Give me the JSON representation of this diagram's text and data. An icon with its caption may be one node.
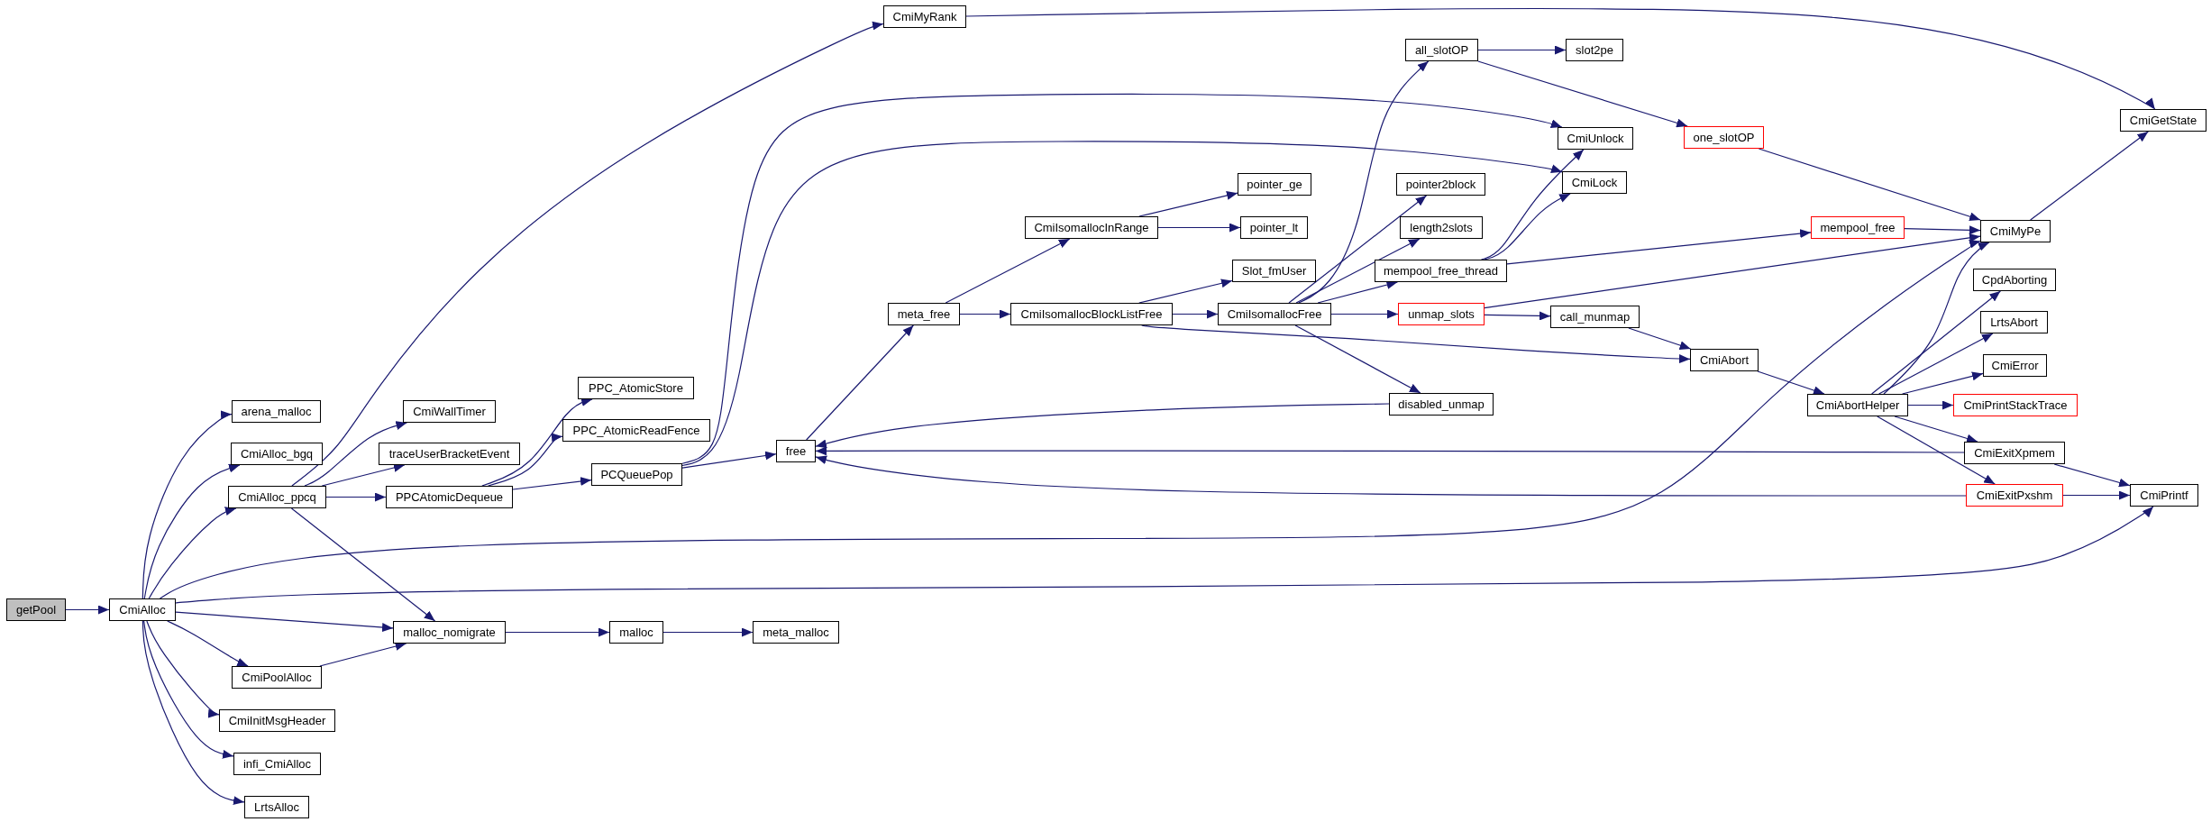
{
  "diagram": {
    "nodes": [
      {
        "text": [
          "getPool"
        ]
      },
      {
        "text": [
          "CmiAlloc"
        ]
      },
      {
        "text": [
          "arena_malloc"
        ]
      },
      {
        "text": [
          "CmiAlloc_bgq"
        ]
      },
      {
        "text": [
          "CmiAlloc_ppcq"
        ]
      },
      {
        "text": [
          "CmiPoolAlloc"
        ]
      },
      {
        "text": [
          "CmiInitMsgHeader"
        ]
      },
      {
        "text": [
          "infi_CmiAlloc"
        ]
      },
      {
        "text": [
          "LrtsAlloc"
        ]
      },
      {
        "text": [
          "CmiWallTimer"
        ]
      },
      {
        "text": [
          "traceUserBracketEvent"
        ]
      },
      {
        "text": [
          "PPCAtomicDequeue"
        ]
      },
      {
        "text": [
          "malloc_nomigrate"
        ]
      },
      {
        "text": [
          "PPC_AtomicStore"
        ]
      },
      {
        "text": [
          "PPC_AtomicReadFence"
        ]
      },
      {
        "text": [
          "PCQueuePop"
        ]
      },
      {
        "text": [
          "malloc"
        ]
      },
      {
        "text": [
          "free"
        ]
      },
      {
        "text": [
          "meta_malloc"
        ]
      },
      {
        "text": [
          "CmiMyRank"
        ]
      },
      {
        "text": [
          "meta_free"
        ]
      },
      {
        "text": [
          "CmiIsomallocInRange"
        ]
      },
      {
        "text": [
          "CmiIsomallocBlockListFree"
        ]
      },
      {
        "text": [
          "pointer_ge"
        ]
      },
      {
        "text": [
          "pointer_lt"
        ]
      },
      {
        "text": [
          "Slot_fmUser"
        ]
      },
      {
        "text": [
          "CmiIsomallocFree"
        ]
      },
      {
        "text": [
          "all_slotOP"
        ]
      },
      {
        "text": [
          "pointer2block"
        ]
      },
      {
        "text": [
          "length2slots"
        ]
      },
      {
        "text": [
          "mempool_free_thread"
        ]
      },
      {
        "text": [
          "unmap_slots"
        ]
      },
      {
        "text": [
          "disabled_unmap"
        ]
      },
      {
        "text": [
          "slot2pe"
        ]
      },
      {
        "text": [
          "CmiUnlock"
        ]
      },
      {
        "text": [
          "CmiLock"
        ]
      },
      {
        "text": [
          "call_munmap"
        ]
      },
      {
        "text": [
          "CmiAbort"
        ]
      },
      {
        "text": [
          "one_slotOP"
        ]
      },
      {
        "text": [
          "mempool_free"
        ]
      },
      {
        "text": [
          "CmiAbortHelper"
        ]
      },
      {
        "text": [
          "CmiMyPe"
        ]
      },
      {
        "text": [
          "CpdAborting"
        ]
      },
      {
        "text": [
          "LrtsAbort"
        ]
      },
      {
        "text": [
          "CmiError"
        ]
      },
      {
        "text": [
          "CmiPrintStackTrace"
        ]
      },
      {
        "text": [
          "CmiExitXpmem"
        ]
      },
      {
        "text": [
          "CmiExitPxshm"
        ]
      },
      {
        "text": [
          "CmiGetState"
        ]
      },
      {
        "text": [
          "CmiPrintf"
        ]
      }
    ],
    "edges": [
      {
        "from": 0,
        "to": 1,
        "arrow": "to"
      },
      {
        "from": 1,
        "to": 2,
        "arrow": "to"
      },
      {
        "from": 1,
        "to": 3,
        "arrow": "to"
      },
      {
        "from": 1,
        "to": 4,
        "arrow": "to"
      },
      {
        "from": 1,
        "to": 41,
        "arrow": "to"
      },
      {
        "from": 1,
        "to": 49,
        "arrow": "to"
      },
      {
        "from": 1,
        "to": 12,
        "arrow": "to"
      },
      {
        "from": 1,
        "to": 5,
        "arrow": "to"
      },
      {
        "from": 1,
        "to": 6,
        "arrow": "to"
      },
      {
        "from": 1,
        "to": 7,
        "arrow": "to"
      },
      {
        "from": 1,
        "to": 8,
        "arrow": "to"
      },
      {
        "from": 4,
        "to": 19,
        "arrow": "to"
      },
      {
        "from": 4,
        "to": 9,
        "arrow": "to"
      },
      {
        "from": 4,
        "to": 10,
        "arrow": "to"
      },
      {
        "from": 4,
        "to": 11,
        "arrow": "to"
      },
      {
        "from": 4,
        "to": 12,
        "arrow": "to"
      },
      {
        "from": 5,
        "to": 12,
        "arrow": "to"
      },
      {
        "from": 11,
        "to": 13,
        "arrow": "to"
      },
      {
        "from": 11,
        "to": 14,
        "arrow": "to"
      },
      {
        "from": 11,
        "to": 15,
        "arrow": "to"
      },
      {
        "from": 15,
        "to": 17,
        "arrow": "to"
      },
      {
        "from": 15,
        "to": 34,
        "arrow": "to"
      },
      {
        "from": 15,
        "to": 35,
        "arrow": "to"
      },
      {
        "from": 12,
        "to": 16,
        "arrow": "to"
      },
      {
        "from": 16,
        "to": 18,
        "arrow": "to"
      },
      {
        "from": 17,
        "to": 20,
        "arrow": "to"
      },
      {
        "from": 20,
        "to": 21,
        "arrow": "to"
      },
      {
        "from": 20,
        "to": 22,
        "arrow": "to"
      },
      {
        "from": 21,
        "to": 23,
        "arrow": "to"
      },
      {
        "from": 21,
        "to": 24,
        "arrow": "to"
      },
      {
        "from": 22,
        "to": 25,
        "arrow": "to"
      },
      {
        "from": 22,
        "to": 26,
        "arrow": "to"
      },
      {
        "from": 22,
        "to": 37,
        "arrow": "to"
      },
      {
        "from": 26,
        "to": 27,
        "arrow": "to"
      },
      {
        "from": 26,
        "to": 28,
        "arrow": "to"
      },
      {
        "from": 26,
        "to": 29,
        "arrow": "to"
      },
      {
        "from": 26,
        "to": 30,
        "arrow": "to"
      },
      {
        "from": 26,
        "to": 31,
        "arrow": "to"
      },
      {
        "from": 26,
        "to": 32,
        "arrow": "to"
      },
      {
        "from": 27,
        "to": 33,
        "arrow": "to"
      },
      {
        "from": 27,
        "to": 38,
        "arrow": "to"
      },
      {
        "from": 38,
        "to": 41,
        "arrow": "to"
      },
      {
        "from": 30,
        "to": 34,
        "arrow": "to"
      },
      {
        "from": 30,
        "to": 35,
        "arrow": "to"
      },
      {
        "from": 30,
        "to": 39,
        "arrow": "to"
      },
      {
        "from": 39,
        "to": 41,
        "arrow": "to"
      },
      {
        "from": 31,
        "to": 41,
        "arrow": "to"
      },
      {
        "from": 31,
        "to": 36,
        "arrow": "to"
      },
      {
        "from": 36,
        "to": 37,
        "arrow": "to"
      },
      {
        "from": 37,
        "to": 40,
        "arrow": "to"
      },
      {
        "from": 40,
        "to": 41,
        "arrow": "to"
      },
      {
        "from": 40,
        "to": 42,
        "arrow": "to"
      },
      {
        "from": 40,
        "to": 43,
        "arrow": "to"
      },
      {
        "from": 40,
        "to": 44,
        "arrow": "to"
      },
      {
        "from": 40,
        "to": 45,
        "arrow": "to"
      },
      {
        "from": 40,
        "to": 46,
        "arrow": "to"
      },
      {
        "from": 40,
        "to": 47,
        "arrow": "to"
      },
      {
        "from": 32,
        "to": 17,
        "arrow": "to"
      },
      {
        "from": 46,
        "to": 17,
        "arrow": "to"
      },
      {
        "from": 47,
        "to": 17,
        "arrow": "to"
      },
      {
        "from": 46,
        "to": 49,
        "arrow": "to"
      },
      {
        "from": 47,
        "to": 49,
        "arrow": "to"
      },
      {
        "from": 41,
        "to": 48,
        "arrow": "to"
      },
      {
        "from": 19,
        "to": 48,
        "arrow": "to"
      }
    ]
  }
}
